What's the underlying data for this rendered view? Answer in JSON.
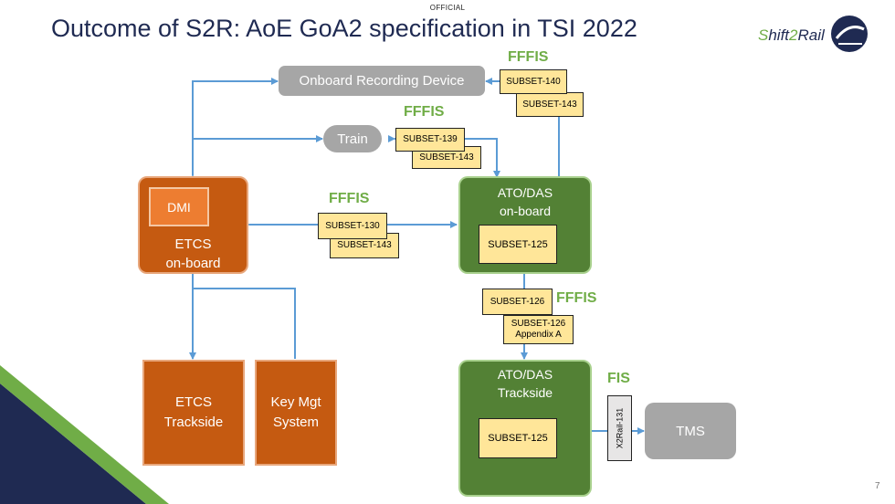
{
  "header": {
    "classification": "OFFICIAL",
    "title": "Outcome of S2R: AoE GoA2 specification in TSI 2022",
    "logo_text": "Shift2Rail",
    "page_number": "7"
  },
  "colors": {
    "title": "#1f2a52",
    "arrow": "#5b9bd5",
    "grey_box": "#a6a6a6",
    "orange_box": "#c55a11",
    "green_box": "#538135",
    "tag": "#ffe699",
    "ffis_label": "#70ad47"
  },
  "diagram": {
    "boxes": {
      "ord": "Onboard Recording Device",
      "train": "Train",
      "etcs_onboard": {
        "line1": "ETCS",
        "line2": "on-board",
        "dmi": "DMI"
      },
      "ato_onboard": {
        "line1": "ATO/DAS",
        "line2": "on-board",
        "subset": "SUBSET-125"
      },
      "ato_trackside": {
        "line1": "ATO/DAS",
        "line2": "Trackside",
        "subset": "SUBSET-125"
      },
      "etcs_trackside": {
        "line1": "ETCS",
        "line2": "Trackside"
      },
      "key_mgt": {
        "line1": "Key Mgt",
        "line2": "System"
      },
      "tms": "TMS"
    },
    "interface_labels": {
      "ord": "FFFIS",
      "train": "FFFIS",
      "etcs_ato": "FFFIS",
      "ato_ato": "FFFIS",
      "tms": "FIS"
    },
    "tags": {
      "ord_1": "SUBSET-140",
      "ord_2": "SUBSET-143",
      "train_1": "SUBSET-139",
      "train_2": "SUBSET-143",
      "etcs_ato_1": "SUBSET-130",
      "etcs_ato_2": "SUBSET-143",
      "ato_ato_1": "SUBSET-126",
      "ato_ato_2_line1": "SUBSET-126",
      "ato_ato_2_line2": "Appendix A",
      "tms": "X2Rail-131"
    }
  }
}
